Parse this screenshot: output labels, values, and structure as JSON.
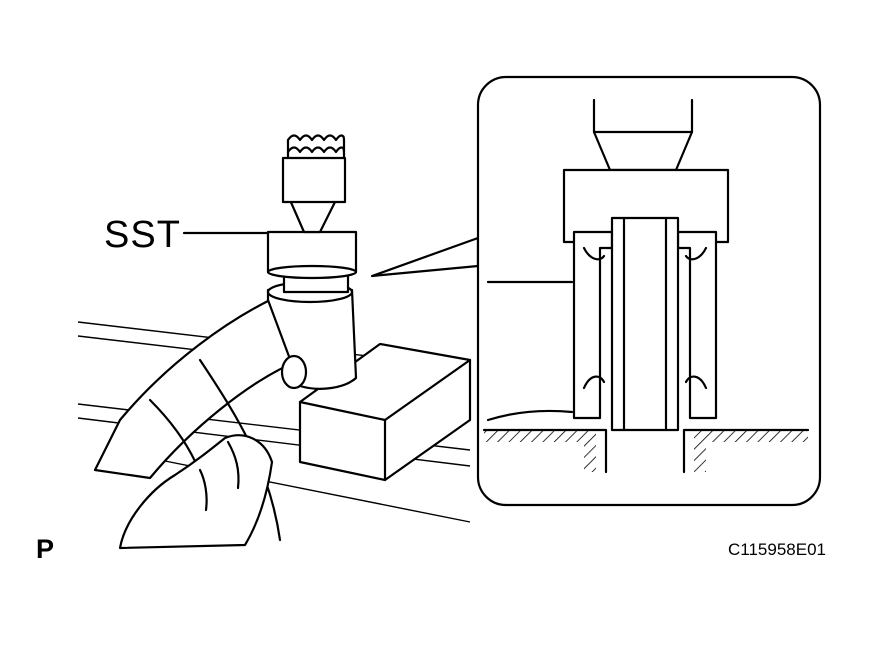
{
  "labels": {
    "sst": "SST",
    "view_code": "P",
    "figure_id": "C115958E01"
  },
  "colors": {
    "ink": "#000000",
    "paper": "#ffffff"
  }
}
